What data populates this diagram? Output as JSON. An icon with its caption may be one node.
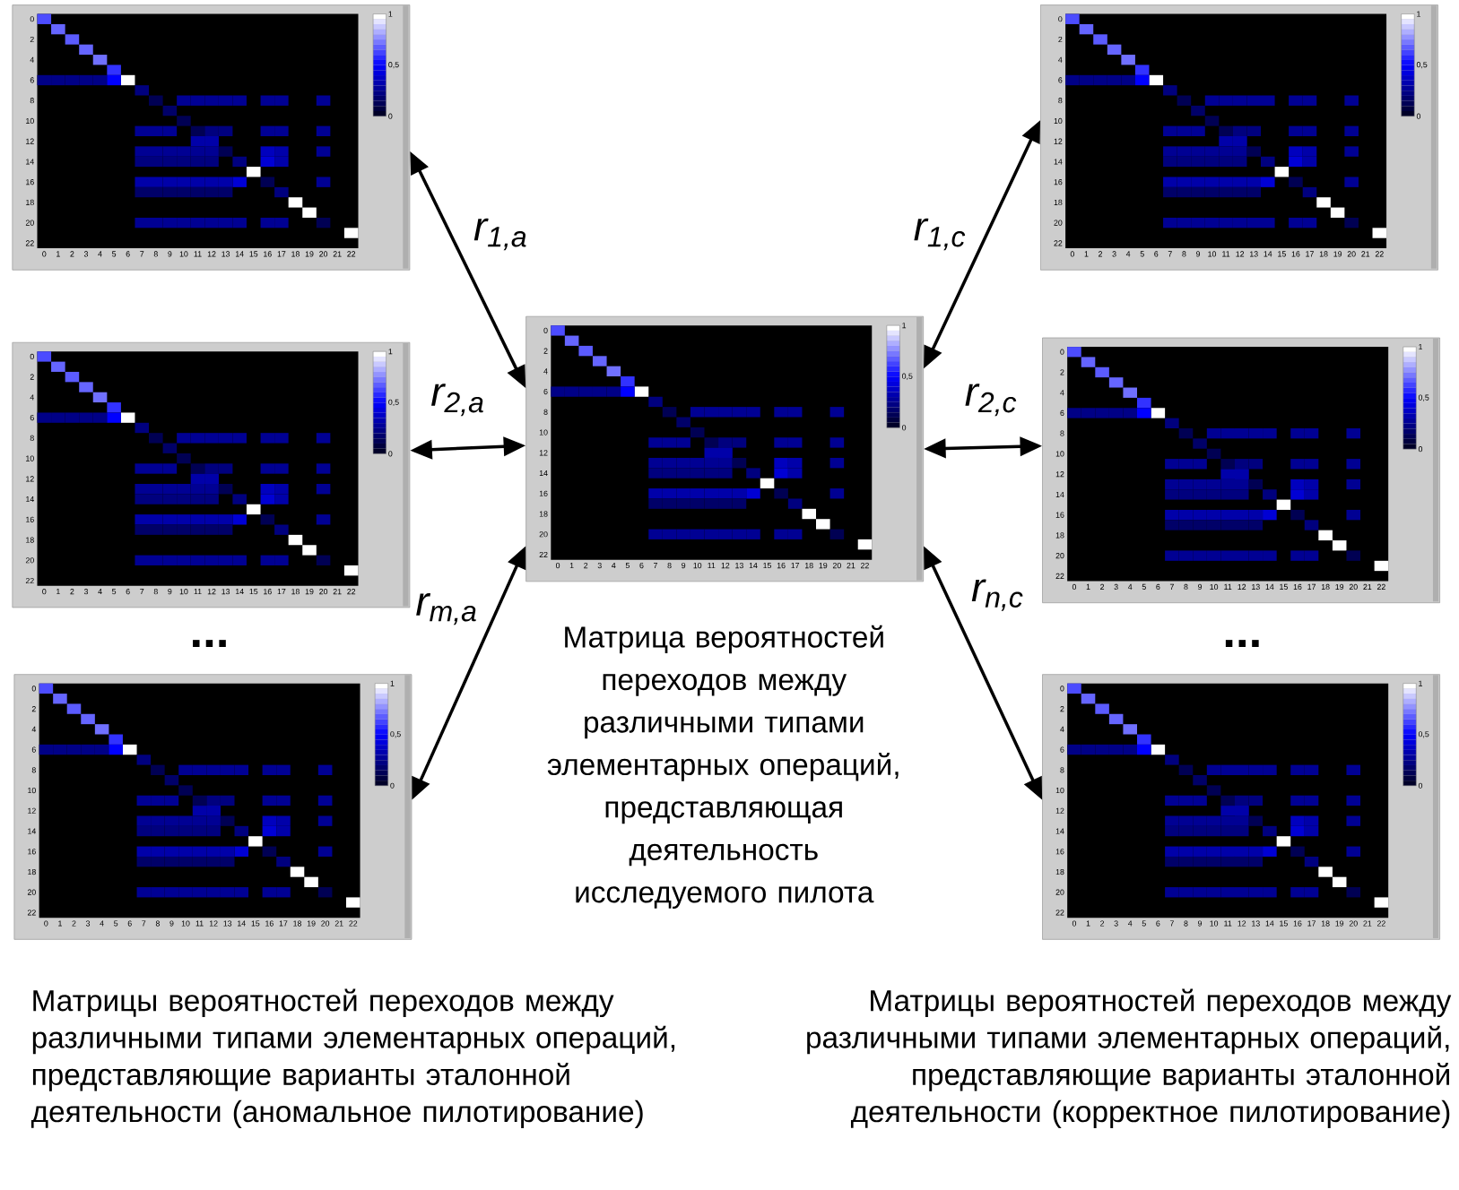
{
  "diagram": {
    "nodes": [
      {
        "text": [
          "0",
          "2",
          "4",
          "6",
          "8",
          "10",
          "12",
          "14",
          "16",
          "18",
          "20",
          "22",
          "0",
          "1",
          "2",
          "3",
          "4",
          "5",
          "6",
          "7",
          "8",
          "9",
          "10",
          "11",
          "12",
          "13",
          "14",
          "15",
          "16",
          "17",
          "18",
          "19",
          "20",
          "21",
          "22",
          "1",
          "0,5",
          "0"
        ]
      },
      {
        "text": [
          "0",
          "2",
          "4",
          "6",
          "8",
          "10",
          "12",
          "14",
          "16",
          "18",
          "20",
          "22",
          "0",
          "1",
          "2",
          "3",
          "4",
          "5",
          "6",
          "7",
          "8",
          "9",
          "10",
          "11",
          "12",
          "13",
          "14",
          "15",
          "16",
          "17",
          "18",
          "19",
          "20",
          "21",
          "22",
          "1",
          "0,5",
          "0"
        ]
      },
      {
        "text": [
          "0",
          "2",
          "4",
          "6",
          "8",
          "10",
          "12",
          "14",
          "16",
          "18",
          "20",
          "22",
          "0",
          "1",
          "2",
          "3",
          "4",
          "5",
          "6",
          "7",
          "8",
          "9",
          "10",
          "11",
          "12",
          "13",
          "14",
          "15",
          "16",
          "17",
          "18",
          "19",
          "20",
          "21",
          "22",
          "1",
          "0,5",
          "0"
        ]
      },
      {
        "text": [
          "0",
          "2",
          "4",
          "6",
          "8",
          "10",
          "12",
          "14",
          "16",
          "18",
          "20",
          "22",
          "0",
          "1",
          "2",
          "3",
          "4",
          "5",
          "6",
          "7",
          "8",
          "9",
          "10",
          "11",
          "12",
          "13",
          "14",
          "15",
          "16",
          "17",
          "18",
          "19",
          "20",
          "21",
          "22",
          "1",
          "0,5",
          "0"
        ]
      },
      {
        "text": [
          "0",
          "2",
          "4",
          "6",
          "8",
          "10",
          "12",
          "14",
          "16",
          "18",
          "20",
          "22",
          "0",
          "1",
          "2",
          "3",
          "4",
          "5",
          "6",
          "7",
          "8",
          "9",
          "10",
          "11",
          "12",
          "13",
          "14",
          "15",
          "16",
          "17",
          "18",
          "19",
          "20",
          "21",
          "22",
          "1",
          "0,5",
          "0"
        ]
      },
      {
        "text": [
          "0",
          "2",
          "4",
          "6",
          "8",
          "10",
          "12",
          "14",
          "16",
          "18",
          "20",
          "22",
          "0",
          "1",
          "2",
          "3",
          "4",
          "5",
          "6",
          "7",
          "8",
          "9",
          "10",
          "11",
          "12",
          "13",
          "14",
          "15",
          "16",
          "17",
          "18",
          "19",
          "20",
          "21",
          "22",
          "1",
          "0,5",
          "0"
        ]
      },
      {
        "text": [
          "0",
          "2",
          "4",
          "6",
          "8",
          "10",
          "12",
          "14",
          "16",
          "18",
          "20",
          "22",
          "0",
          "1",
          "2",
          "3",
          "4",
          "5",
          "6",
          "7",
          "8",
          "9",
          "10",
          "11",
          "12",
          "13",
          "14",
          "15",
          "16",
          "17",
          "18",
          "19",
          "20",
          "21",
          "22",
          "1",
          "0,5",
          "0"
        ]
      }
    ],
    "edges": [
      {
        "from": 3,
        "to": 0,
        "arrow": "both",
        "label": "r$_{1,a}$"
      },
      {
        "from": 3,
        "to": 1,
        "arrow": "both",
        "label": "r$_{1,c}$"
      },
      {
        "from": 3,
        "to": 2,
        "arrow": "both",
        "label": "r$_{2,a}$"
      },
      {
        "from": 3,
        "to": 4,
        "arrow": "both",
        "label": "r$_{2,c}$"
      },
      {
        "from": 3,
        "to": 5,
        "arrow": "both",
        "label": "r$_{m,a}$"
      },
      {
        "from": 3,
        "to": 6,
        "arrow": "both",
        "label": "r$_{n,c}$"
      }
    ],
    "labels": [
      "...",
      "...",
      "Матрица вероятностей переходов между различными типами элементарных операций, представляющая деятельность исследуемого пилота",
      "Матрицы вероятностей переходов между различными типами элементарных операций, представляющие  варианты эталонной деятельности (аномальное пилотирование)",
      "Матрицы вероятностей переходов между различными типами элементарных операций, представляющие  варианты эталонной деятельности (корректное пилотирование)"
    ]
  }
}
